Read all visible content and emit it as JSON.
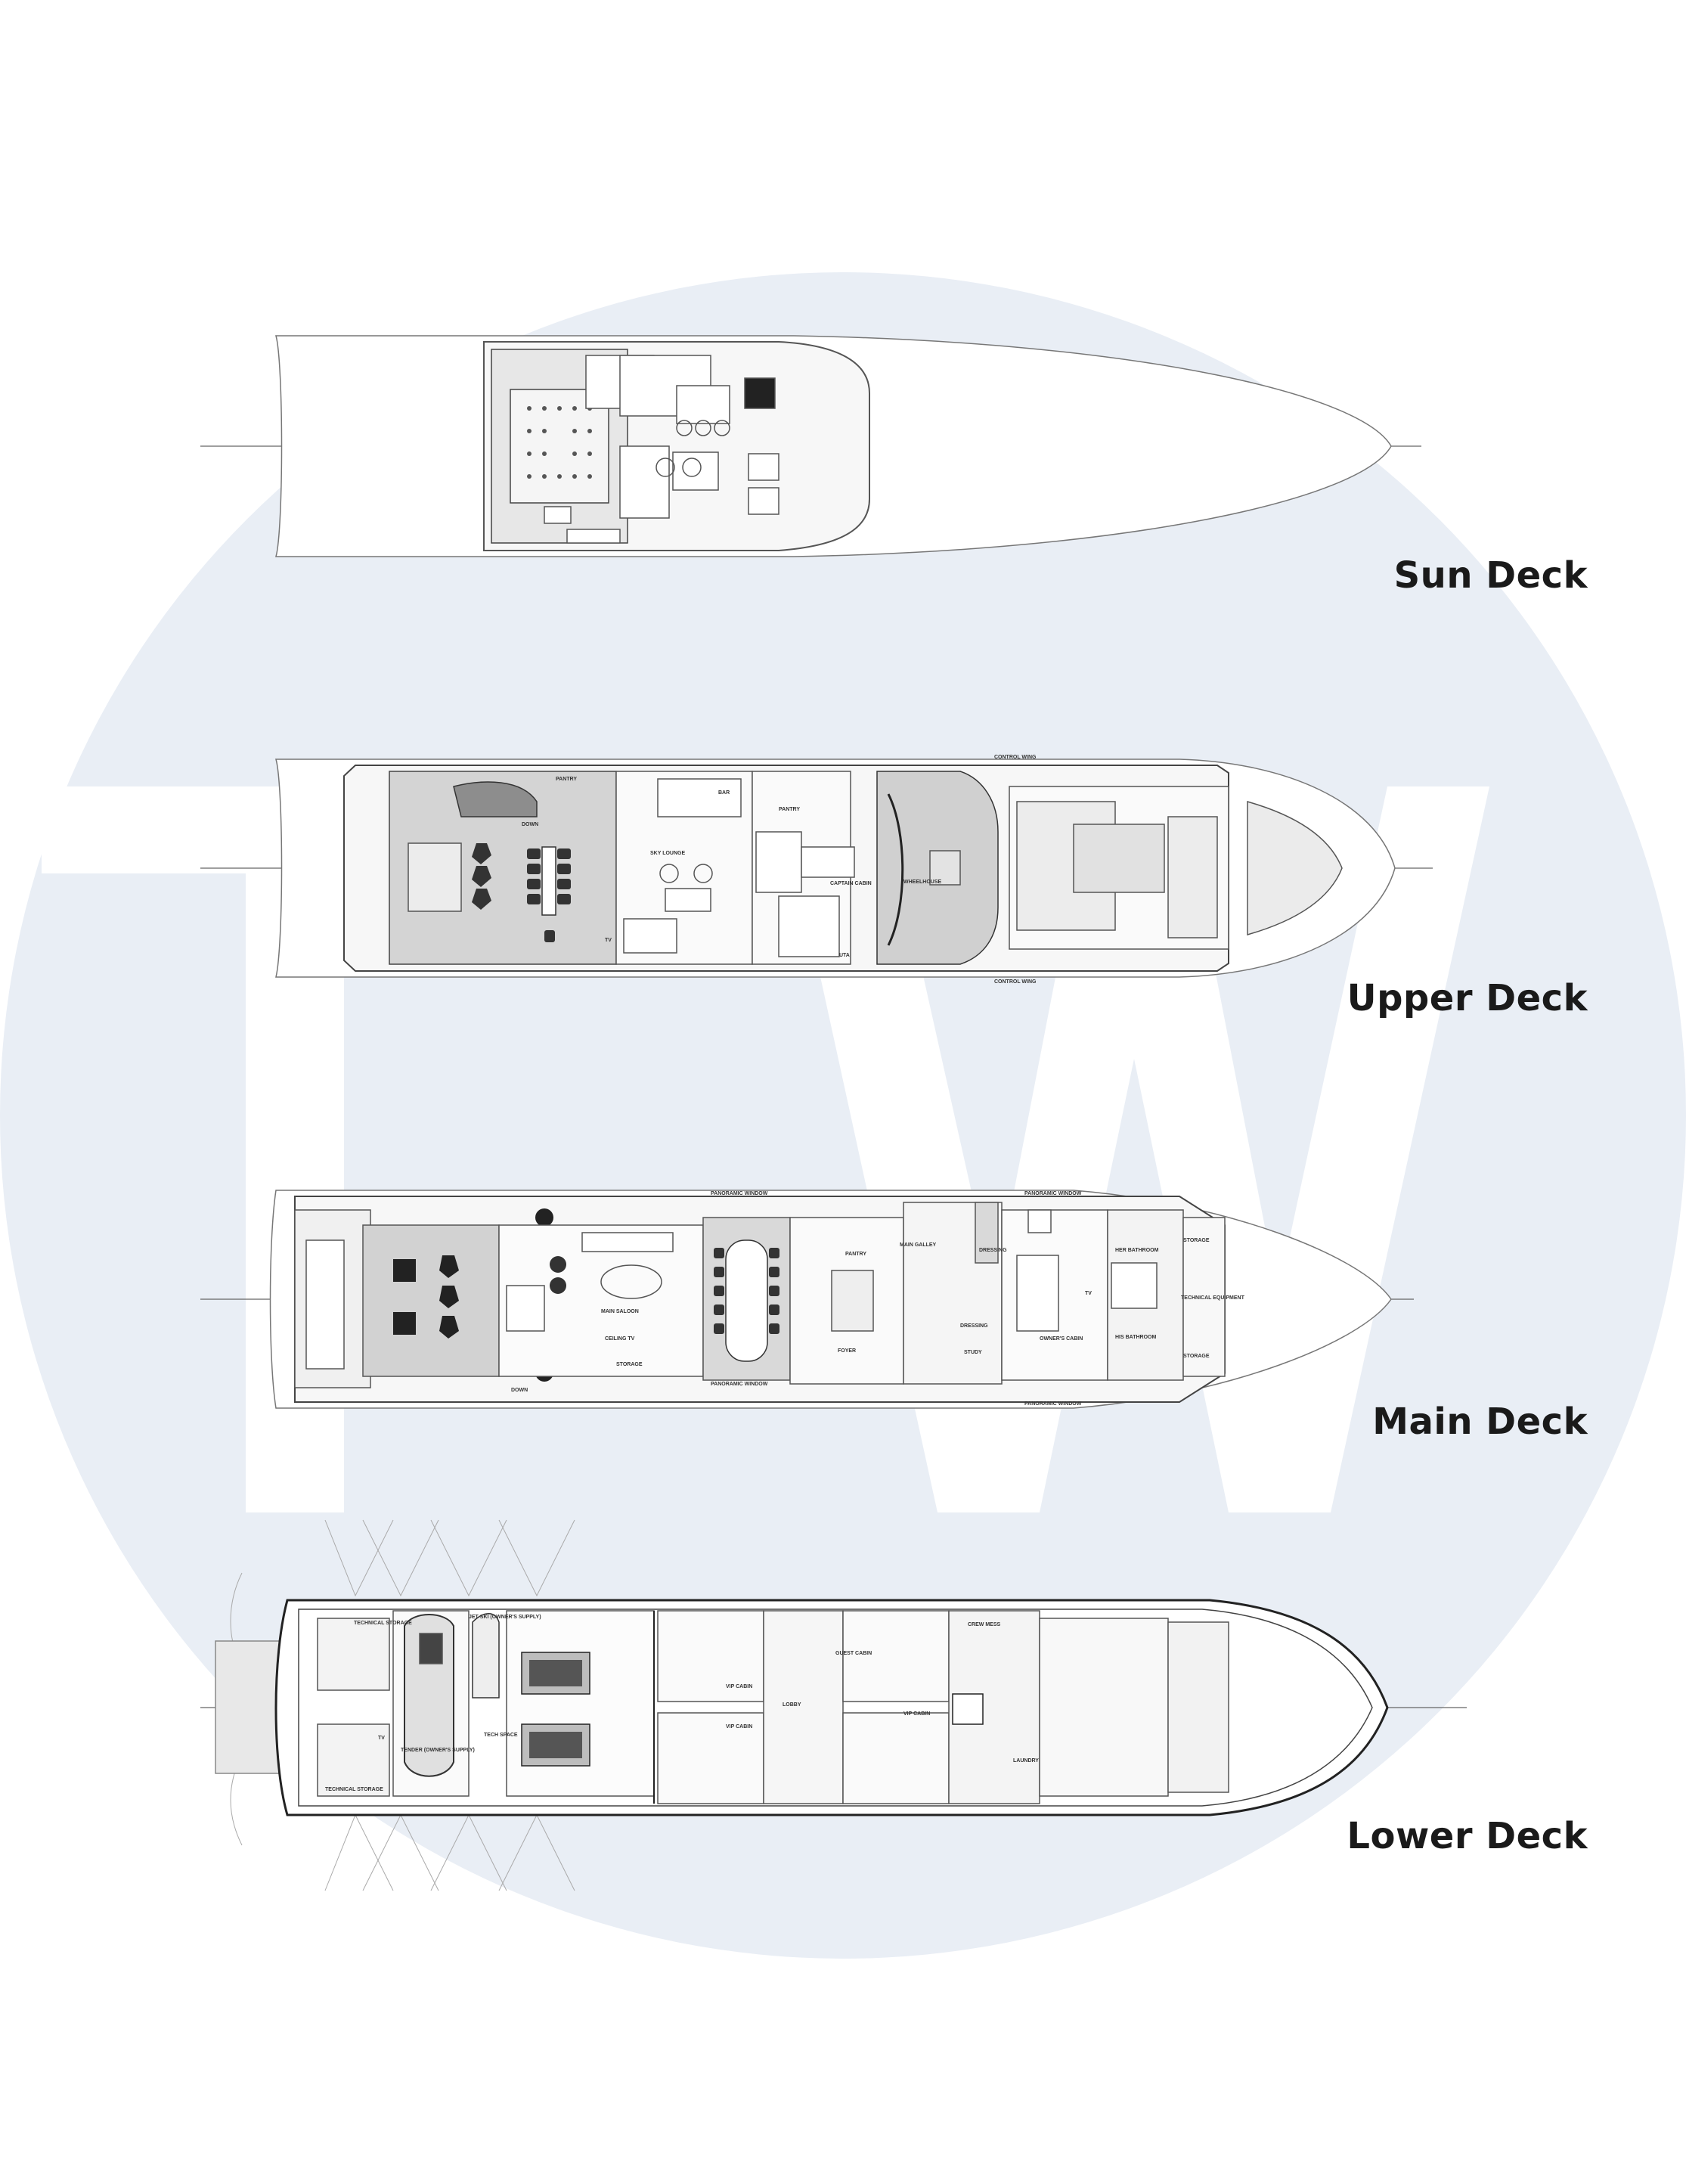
{
  "watermark": {
    "letters": "TW",
    "circle_color": "#e9eef5",
    "letter_color": "#ffffff"
  },
  "decks": [
    {
      "id": "sun",
      "label": "Sun Deck"
    },
    {
      "id": "upper",
      "label": "Upper Deck"
    },
    {
      "id": "main",
      "label": "Main Deck"
    },
    {
      "id": "lower",
      "label": "Lower Deck"
    }
  ],
  "room_labels": {
    "upper": {
      "pantry": "PANTRY",
      "sky_lounge": "SKY LOUNGE",
      "bar": "BAR",
      "pantry2": "PANTRY",
      "captain_cabin": "CAPTAIN CABIN",
      "wheelhouse": "WHEELHOUSE",
      "control_wing_top": "CONTROL WING",
      "control_wing_bottom": "CONTROL WING",
      "down": "DOWN",
      "tv": "TV",
      "uta": "UTA"
    },
    "main": {
      "panoramic_window_top": "PANORAMIC WINDOW",
      "panoramic_window_bottom": "PANORAMIC WINDOW",
      "panoramic_window_top2": "PANORAMIC WINDOW",
      "panoramic_window_bottom2": "PANORAMIC WINDOW",
      "main_saloon": "MAIN SALOON",
      "ceiling_tv": "CEILING TV",
      "storage": "STORAGE",
      "main_galley": "MAIN GALLEY",
      "pantry": "PANTRY",
      "foyer": "FOYER",
      "dressing": "DRESSING",
      "dressing2": "DRESSING",
      "study": "STUDY",
      "owners_cabin": "OWNER'S CABIN",
      "her_bathroom": "HER BATHROOM",
      "his_bathroom": "HIS BATHROOM",
      "storage2": "STORAGE",
      "storage3": "STORAGE",
      "technical_equipment": "TECHNICAL EQUIPMENT",
      "down": "DOWN",
      "tv": "TV"
    },
    "lower": {
      "technical_storage_top": "TECHNICAL STORAGE",
      "technical_storage_bottom": "TECHNICAL STORAGE",
      "jet_ski": "JET SKI (OWNER'S SUPPLY)",
      "tender": "TENDER (OWNER'S SUPPLY)",
      "tech_space": "TECH SPACE",
      "vip_cabin_1": "VIP CABIN",
      "vip_cabin_2": "VIP CABIN",
      "vip_cabin_3": "VIP CABIN",
      "guest_cabin": "GUEST CABIN",
      "lobby": "LOBBY",
      "crew_mess": "CREW MESS",
      "laundry": "LAUNDRY",
      "tv": "TV"
    }
  }
}
